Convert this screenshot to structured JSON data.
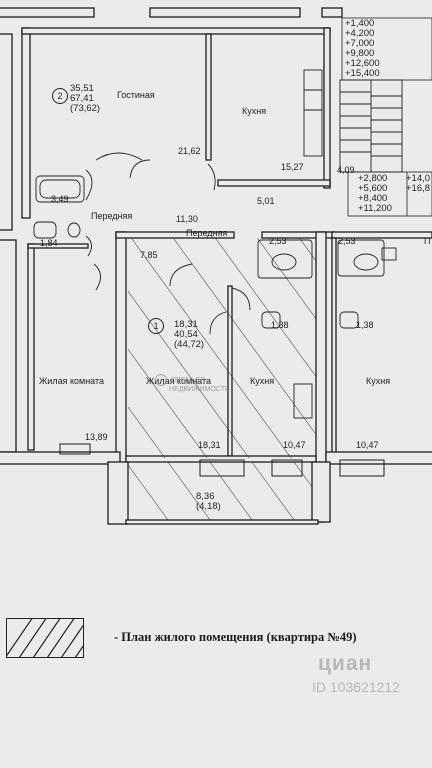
{
  "apt2": {
    "number": "2",
    "area_living": "35,51",
    "area_total": "67,41",
    "area_full": "(73,62)",
    "room_living": "Гостиная",
    "room_living_area": "21,62",
    "kitchen": "Кухня",
    "kitchen_area": "15,27",
    "bath_area": "3,49",
    "hall": "Передняя",
    "hall_area": "11,30"
  },
  "apt1": {
    "number": "1",
    "area_living": "18,31",
    "area_total": "40,54",
    "area_full": "(44,72)",
    "hall": "Передняя",
    "hall_area": "7,85",
    "bath_area": "2,53",
    "wc_area": "1,38",
    "room": "Жилая комната",
    "room_area": "18,31",
    "kitchen": "Кухня",
    "kitchen_area": "10,47",
    "balcony_area": "8,36",
    "balcony_reduced": "(4,18)"
  },
  "left_unit": {
    "wc_area": "1,84",
    "room": "Жилая комната",
    "room_area": "13,89"
  },
  "right_unit": {
    "bath_area": "2,53",
    "wc_area": "1,38",
    "kitchen": "Кухня",
    "kitchen_area": "10,47",
    "edge_letter": "П"
  },
  "corridor": {
    "area": "5,01",
    "stair_area": "4,09"
  },
  "levels_top": [
    "+1,400",
    "+4,200",
    "+7,000",
    "+9,800",
    "+12,600",
    "+15,400"
  ],
  "levels_bottom_left": [
    "+2,800",
    "+5,600",
    "+8,400",
    "+11,200"
  ],
  "levels_bottom_right": [
    "+14,0",
    "+16,8"
  ],
  "legend": {
    "text": "- План жилого помещения (квартира №49)"
  },
  "watermark": {
    "mid_line1": "ПРЕМЬЕР",
    "mid_line2": "НЕДВИЖИМОСТЬ",
    "cian_logo": "циан",
    "cian_id": "ID 103621212"
  }
}
